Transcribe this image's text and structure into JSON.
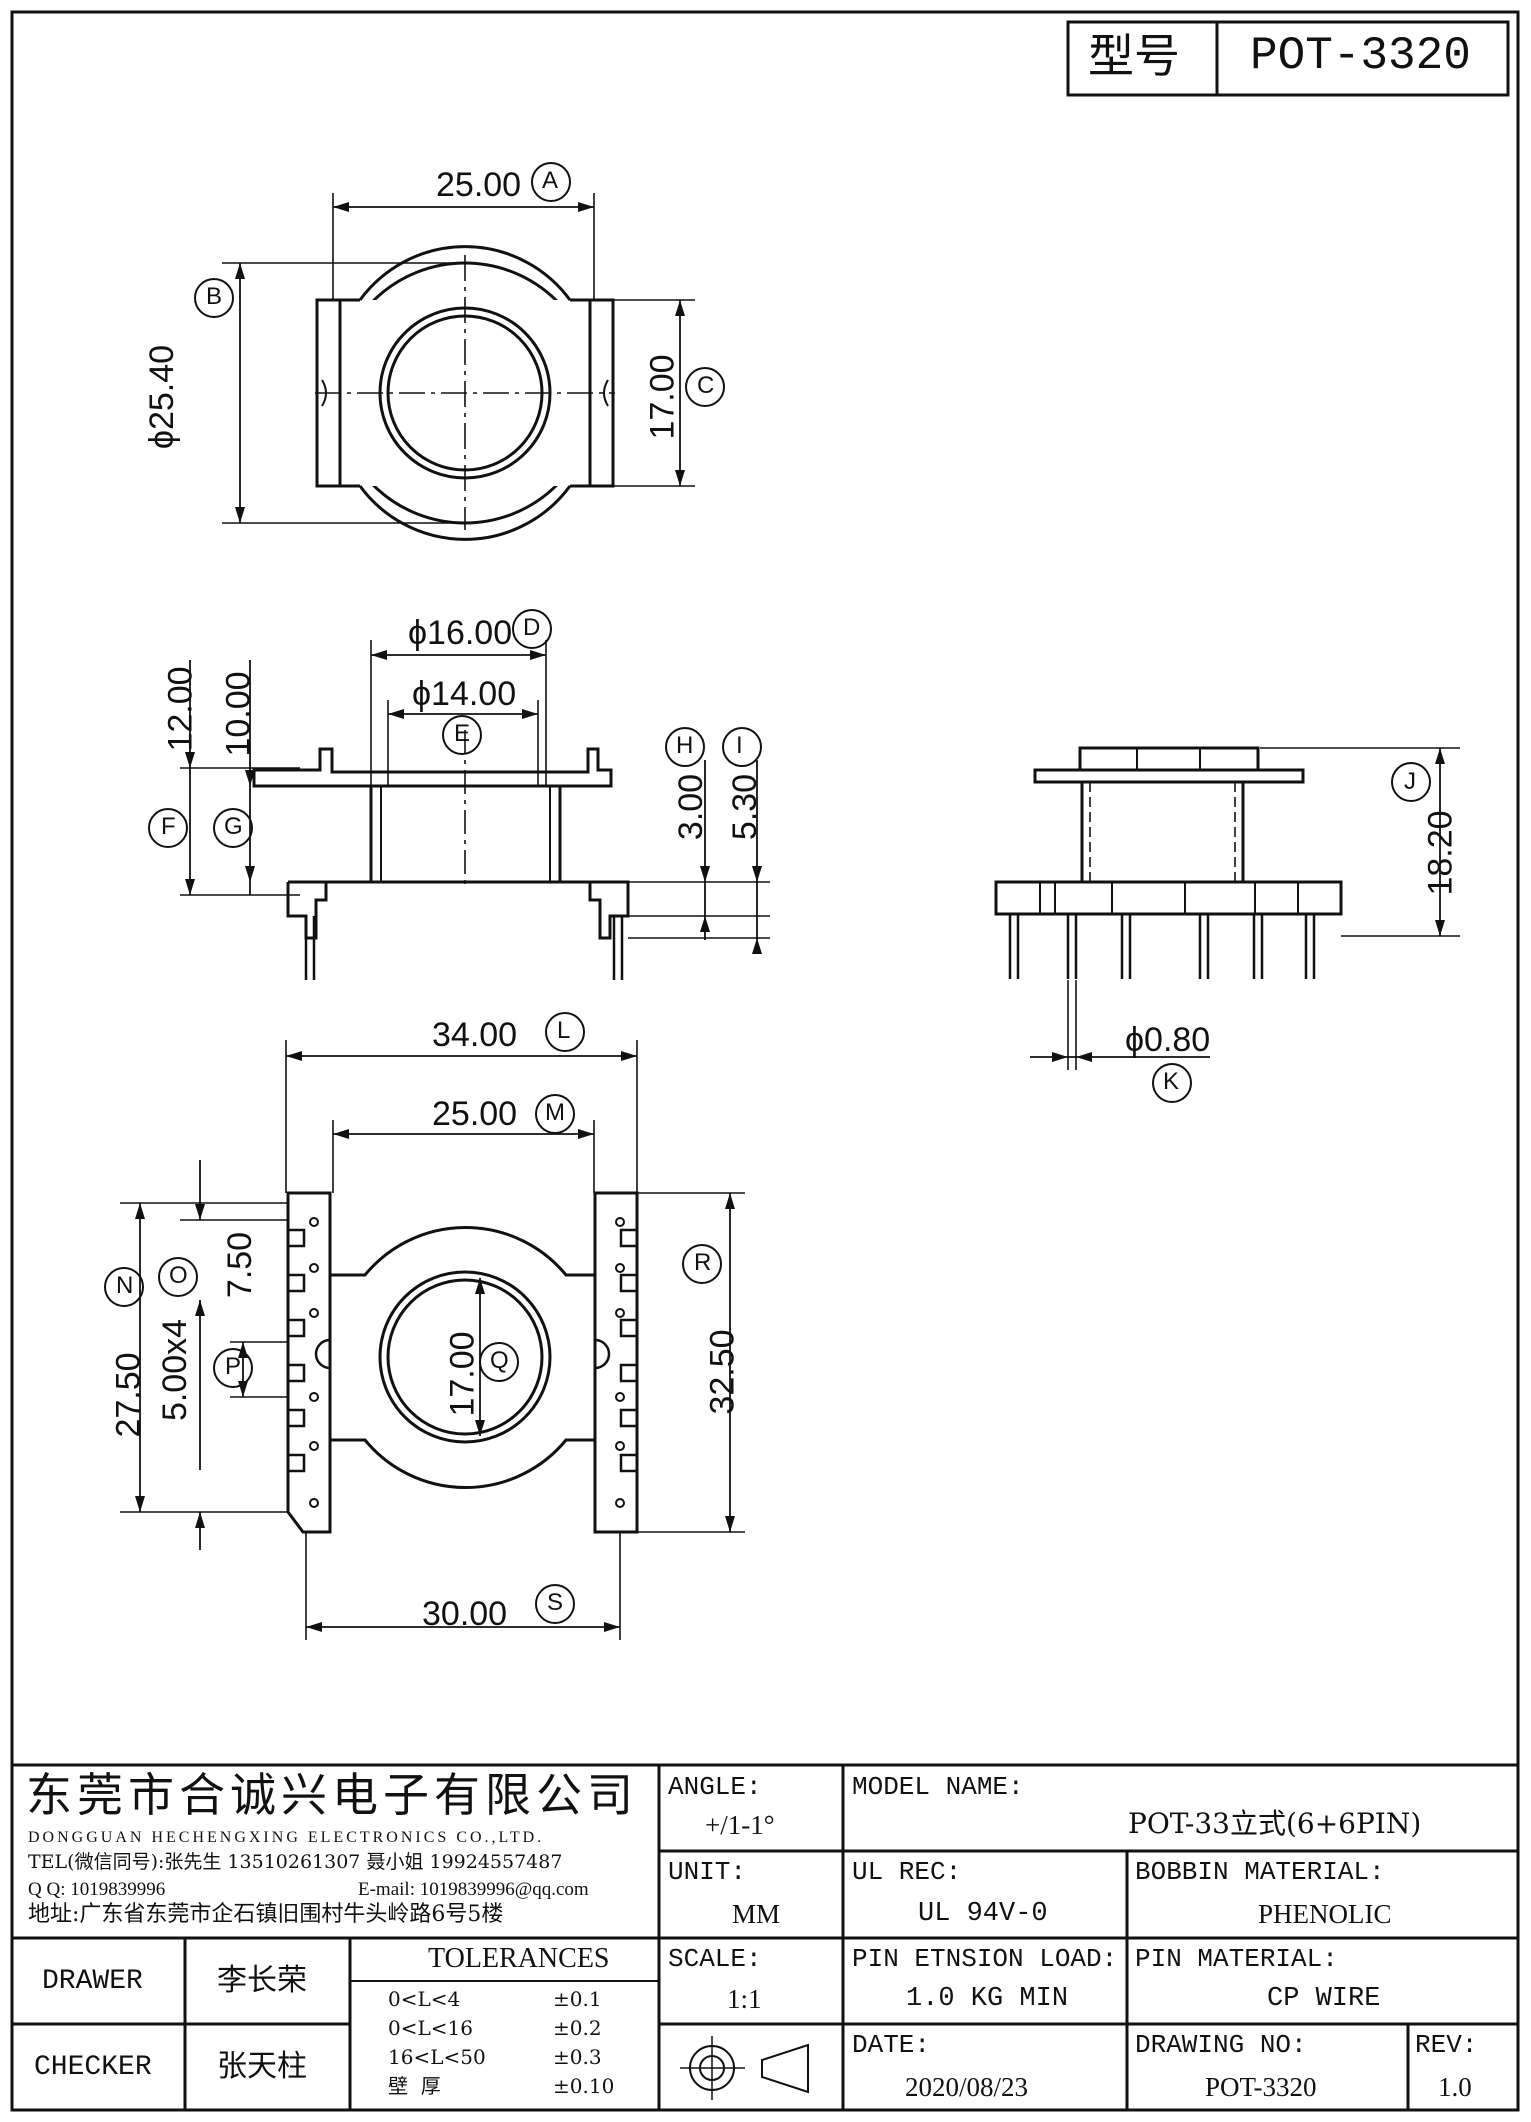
{
  "model_header": {
    "label": "型号",
    "value": "POT-3320"
  },
  "dims": {
    "top_width": "25.00",
    "top_width_tag": "A",
    "top_dia": "ϕ25.40",
    "top_dia_tag": "B",
    "top_height": "17.00",
    "top_height_tag": "C",
    "side_od": "ϕ16.00",
    "side_od_tag": "D",
    "side_id": "ϕ14.00",
    "side_id_tag": "E",
    "side_h12": "12.00",
    "side_h10": "10.00",
    "side_f_tag": "F",
    "side_g_tag": "G",
    "side_h_tag": "H",
    "side_i_tag": "I",
    "side_h3": "3.00",
    "side_h5": "5.30",
    "right_h": "18.20",
    "right_h_tag": "J",
    "pin_dia": "ϕ0.80",
    "pin_dia_tag": "K",
    "bot_w34": "34.00",
    "bot_w34_tag": "L",
    "bot_w25": "25.00",
    "bot_w25_tag": "M",
    "bot_h27": "27.50",
    "bot_h27_tag": "N",
    "bot_o_tag": "O",
    "bot_h75": "7.50",
    "bot_pitch": "5.00x4",
    "bot_p_tag": "P",
    "bot_h17": "17.00",
    "bot_q_tag": "Q",
    "bot_h32": "32.50",
    "bot_r_tag": "R",
    "bot_w30": "30.00",
    "bot_s_tag": "S"
  },
  "title_block": {
    "company_cn": "东莞市合诚兴电子有限公司",
    "company_en": "DONGGUAN HECHENGXING ELECTRONICS CO.,LTD.",
    "tel": "TEL(微信同号):张先生 13510261307 聂小姐 19924557487",
    "qq": "Q Q: 1019839996",
    "email": "E-mail: 1019839996@qq.com",
    "address": "地址:广东省东莞市企石镇旧围村牛头岭路6号5楼",
    "angle_label": "ANGLE:",
    "angle_value": "+/1-1°",
    "unit_label": "UNIT:",
    "unit_value": "MM",
    "scale_label": "SCALE:",
    "scale_value": "1:1",
    "model_name_label": "MODEL NAME:",
    "model_name_value": "POT-33立式(6+6PIN)",
    "ul_label": "UL REC:",
    "ul_value": "UL 94V-0",
    "bobbin_label": "BOBBIN MATERIAL:",
    "bobbin_value": "PHENOLIC",
    "pin_load_label": "PIN ETNSION LOAD:",
    "pin_load_value": "1.0 KG MIN",
    "pin_mat_label": "PIN MATERIAL:",
    "pin_mat_value": "CP WIRE",
    "date_label": "DATE:",
    "date_value": "2020/08/23",
    "drawing_no_label": "DRAWING NO:",
    "drawing_no_value": "POT-3320",
    "rev_label": "REV:",
    "rev_value": "1.0",
    "drawer_label": "DRAWER",
    "drawer_value": "李长荣",
    "checker_label": "CHECKER",
    "checker_value": "张天柱",
    "tol_title": "TOLERANCES",
    "tol_rows": [
      {
        "range": "0<L<4",
        "tol": "±0.1"
      },
      {
        "range": "0<L<16",
        "tol": "±0.2"
      },
      {
        "range": "16<L<50",
        "tol": "±0.3"
      },
      {
        "range": "壁  厚",
        "tol": "±0.10"
      }
    ]
  }
}
